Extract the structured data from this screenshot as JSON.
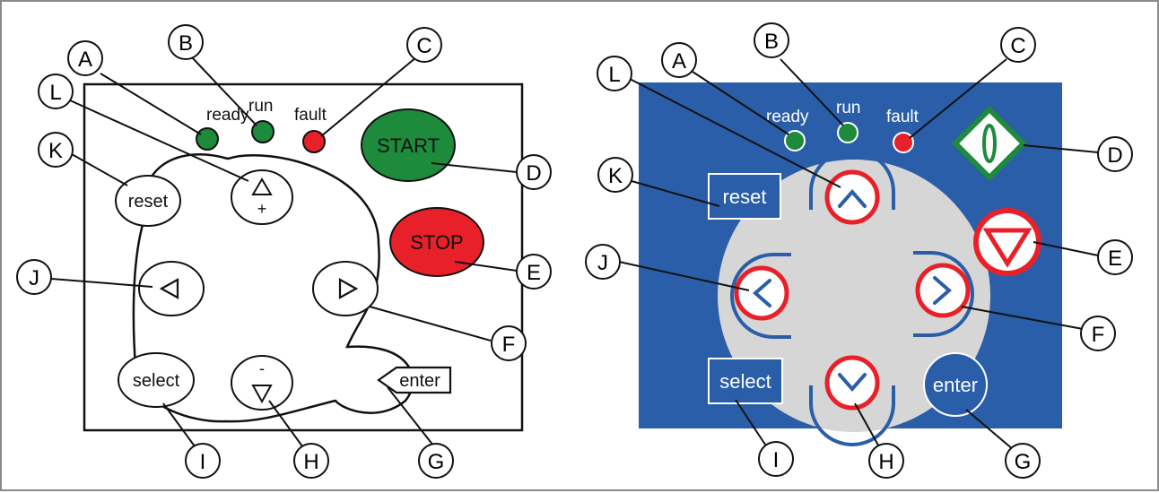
{
  "left_panel": {
    "leds": {
      "ready": "ready",
      "run": "run",
      "fault": "fault"
    },
    "buttons": {
      "start": "START",
      "stop": "STOP",
      "reset": "reset",
      "select": "select",
      "enter": "enter",
      "up_plus": "+",
      "down_minus": "-"
    }
  },
  "right_panel": {
    "leds": {
      "ready": "ready",
      "run": "run",
      "fault": "fault"
    },
    "buttons": {
      "reset": "reset",
      "select": "select",
      "enter": "enter"
    }
  },
  "callouts": {
    "A": "A",
    "B": "B",
    "C": "C",
    "D": "D",
    "E": "E",
    "F": "F",
    "G": "G",
    "H": "H",
    "I": "I",
    "J": "J",
    "K": "K",
    "L": "L"
  },
  "colors": {
    "led_green": "#1e8a3c",
    "led_red": "#e8202a",
    "start_green": "#1e8a3c",
    "stop_red": "#e8202a",
    "panel_blue": "#2a5ea8",
    "pad_grey": "#d6d6d6",
    "arrow_blue": "#2a5ea8",
    "ring_red": "#e8202a"
  }
}
